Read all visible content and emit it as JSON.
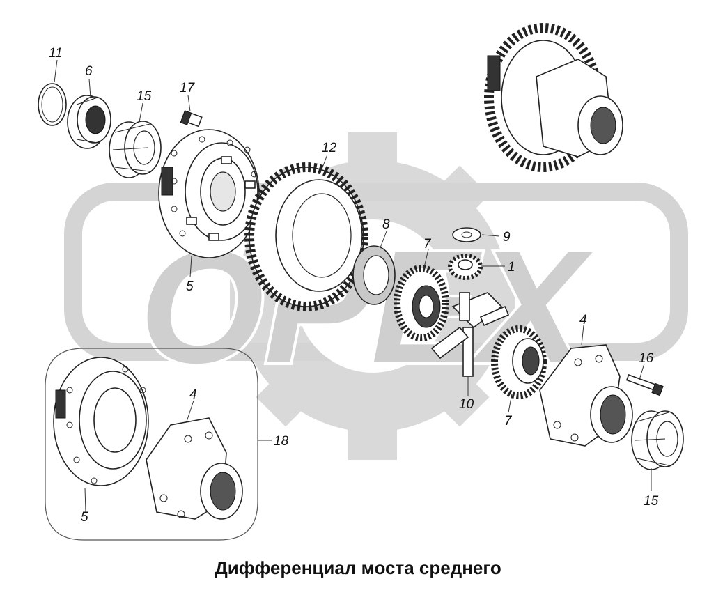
{
  "caption": "Дифференциал моста среднего",
  "watermark": {
    "text": "OPEX",
    "color": "#d6d6d6"
  },
  "callouts": {
    "c1": "1",
    "c4a": "4",
    "c4b": "4",
    "c5a": "5",
    "c5b": "5",
    "c6": "6",
    "c7a": "7",
    "c7b": "7",
    "c8": "8",
    "c9": "9",
    "c10": "10",
    "c11": "11",
    "c12": "12",
    "c15a": "15",
    "c15b": "15",
    "c16": "16",
    "c17": "17",
    "c18": "18"
  }
}
